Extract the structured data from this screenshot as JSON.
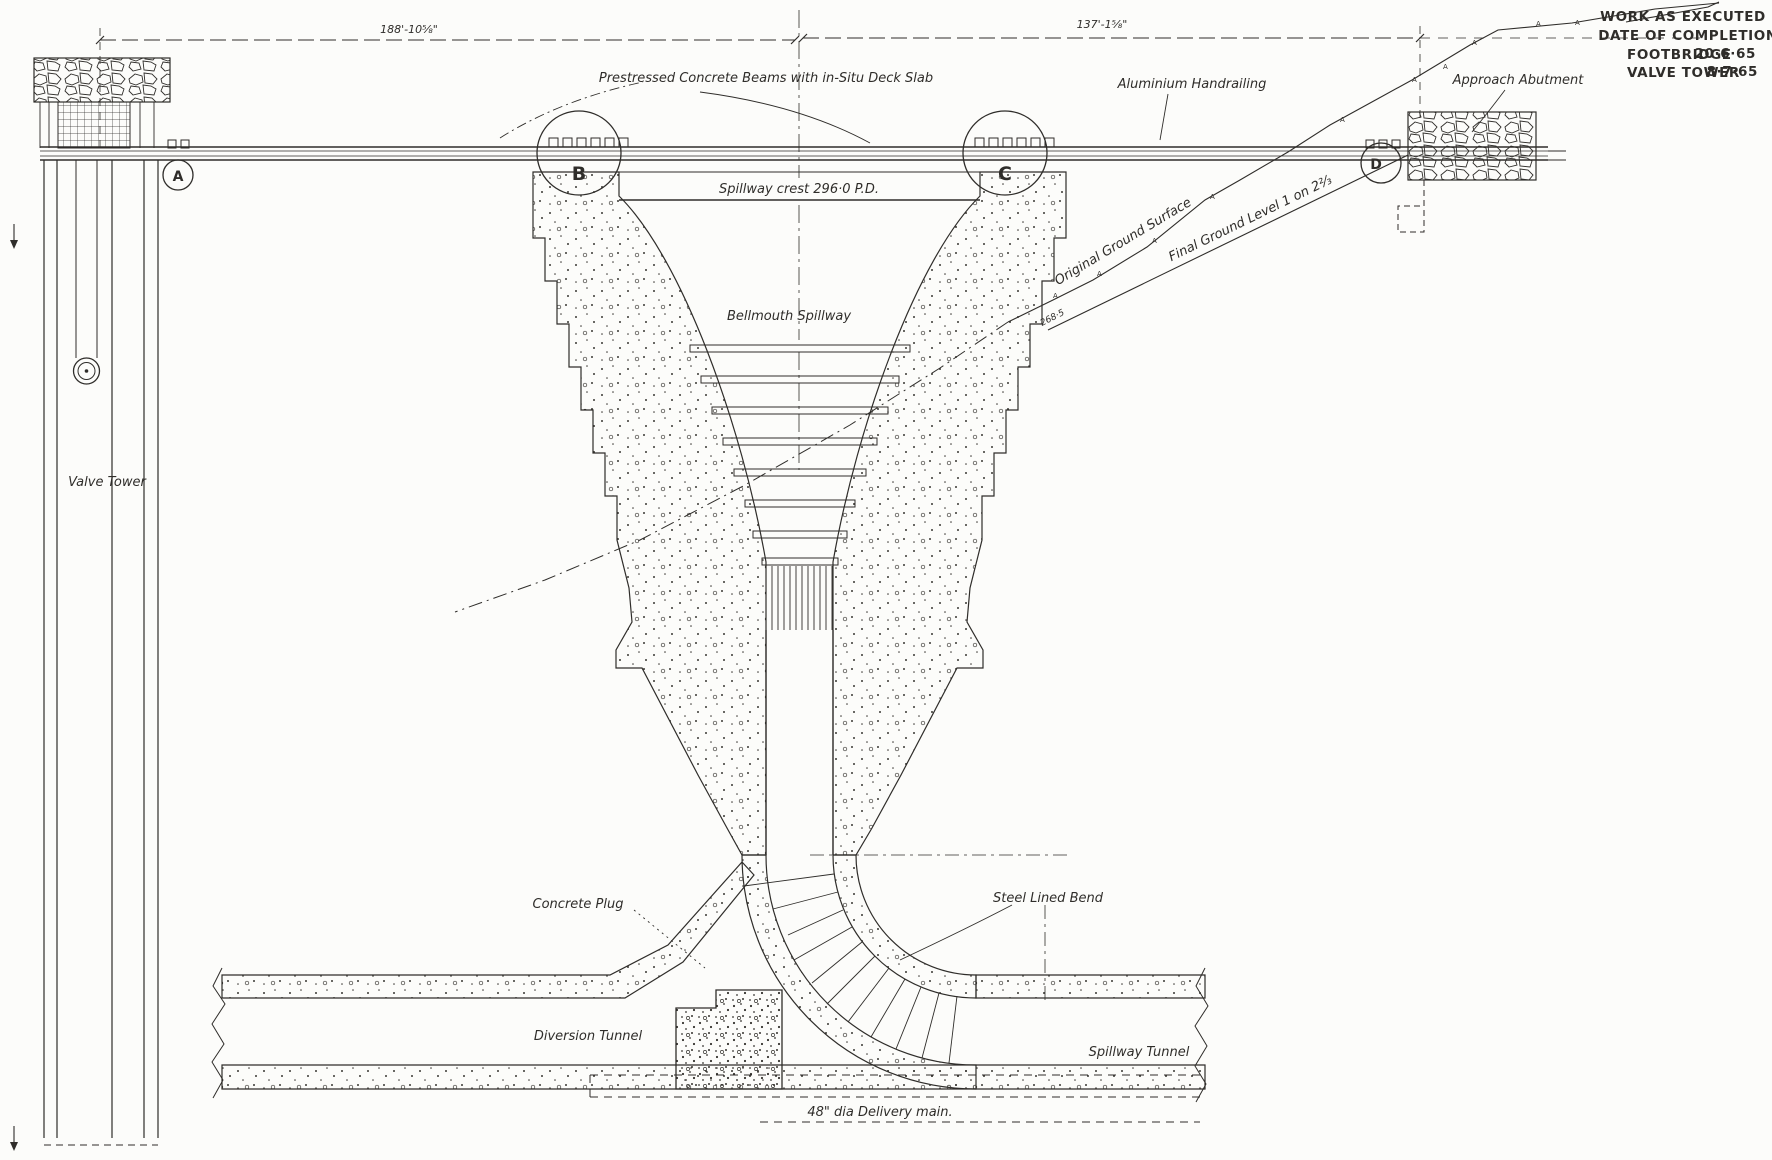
{
  "colors": {
    "ink": "#2f2d2a",
    "paper": "#fcfcfa"
  },
  "title_block": {
    "line1": "WORK AS EXECUTED",
    "line2": "DATE OF COMPLETION",
    "row1_label": "FOOTBRIDGE",
    "row1_value": "20·6·65",
    "row2_label": "VALVE TOWER",
    "row2_value": "8·7·65"
  },
  "dimensions": {
    "left": "188'-10⅝\"",
    "right": "137'-1⅝\""
  },
  "labels": {
    "prestressed": "Prestressed  Concrete  Beams  with in-Situ Deck  Slab",
    "handrailing": "Aluminium  Handrailing",
    "approach_abutment": "Approach  Abutment",
    "spillway_crest": "Spillway  crest   296·0 P.D.",
    "bellmouth_spillway": "Bellmouth   Spillway",
    "original_ground": "Original   Ground   Surface",
    "final_ground": "Final   Ground   Level   1 on 2⅔",
    "level_2685": "268·5",
    "valve_tower": "Valve  Tower",
    "concrete_plug": "Concrete  Plug",
    "steel_lined_bend": "Steel  Lined  Bend",
    "diversion_tunnel": "Diversion  Tunnel",
    "spillway_tunnel": "Spillway  Tunnel",
    "delivery_main": "48\" dia  Delivery  main.",
    "marker": "A"
  },
  "sections": {
    "a": "A",
    "b": "B",
    "c": "C",
    "d": "D"
  }
}
